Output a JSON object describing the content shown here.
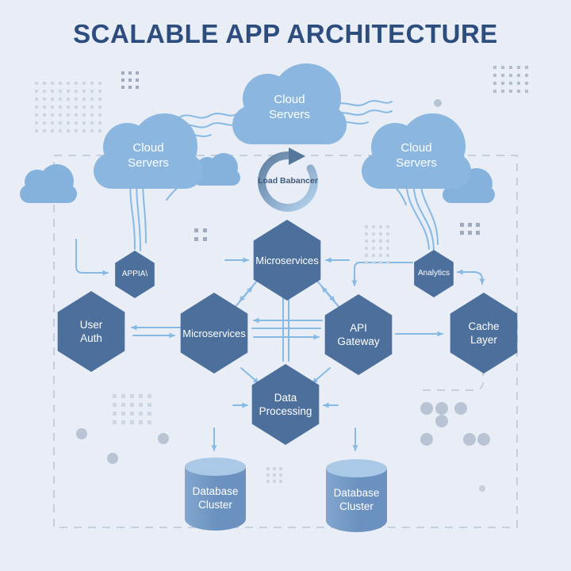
{
  "title": "SCALABLE APP ARCHITECTURE",
  "clouds": {
    "top": {
      "line1": "Cloud",
      "line2": "Servers"
    },
    "left": {
      "line1": "Cloud",
      "line2": "Servers"
    },
    "right": {
      "line1": "Cloud",
      "line2": "Servers"
    }
  },
  "load_balancer": {
    "label": "Load Babancer"
  },
  "nodes": {
    "microservices_top": {
      "label": "Microservices"
    },
    "microservices_mid": {
      "label": "Microservices"
    },
    "api_gateway": {
      "line1": "API",
      "line2": "Gateway"
    },
    "user_auth": {
      "line1": "User",
      "line2": "Auth"
    },
    "cache_layer": {
      "line1": "Cache",
      "line2": "Layer"
    },
    "data_processing": {
      "line1": "Data",
      "line2": "Processing"
    },
    "appia": {
      "label": "APPIA\\"
    },
    "analytics": {
      "label": "Analytics"
    }
  },
  "databases": {
    "left": {
      "line1": "Database",
      "line2": "Cluster"
    },
    "right": {
      "line1": "Database",
      "line2": "Cluster"
    }
  },
  "colors": {
    "background": "#e9eef6",
    "title": "#2c4d7d",
    "hexagon": "#4c6f9c",
    "cloud": "#8ab6df",
    "arrow": "#86b9e4",
    "cylinder_body": "#6a91bf",
    "cylinder_top": "#a9c9e7",
    "dashed_border": "#c4cfdd"
  }
}
